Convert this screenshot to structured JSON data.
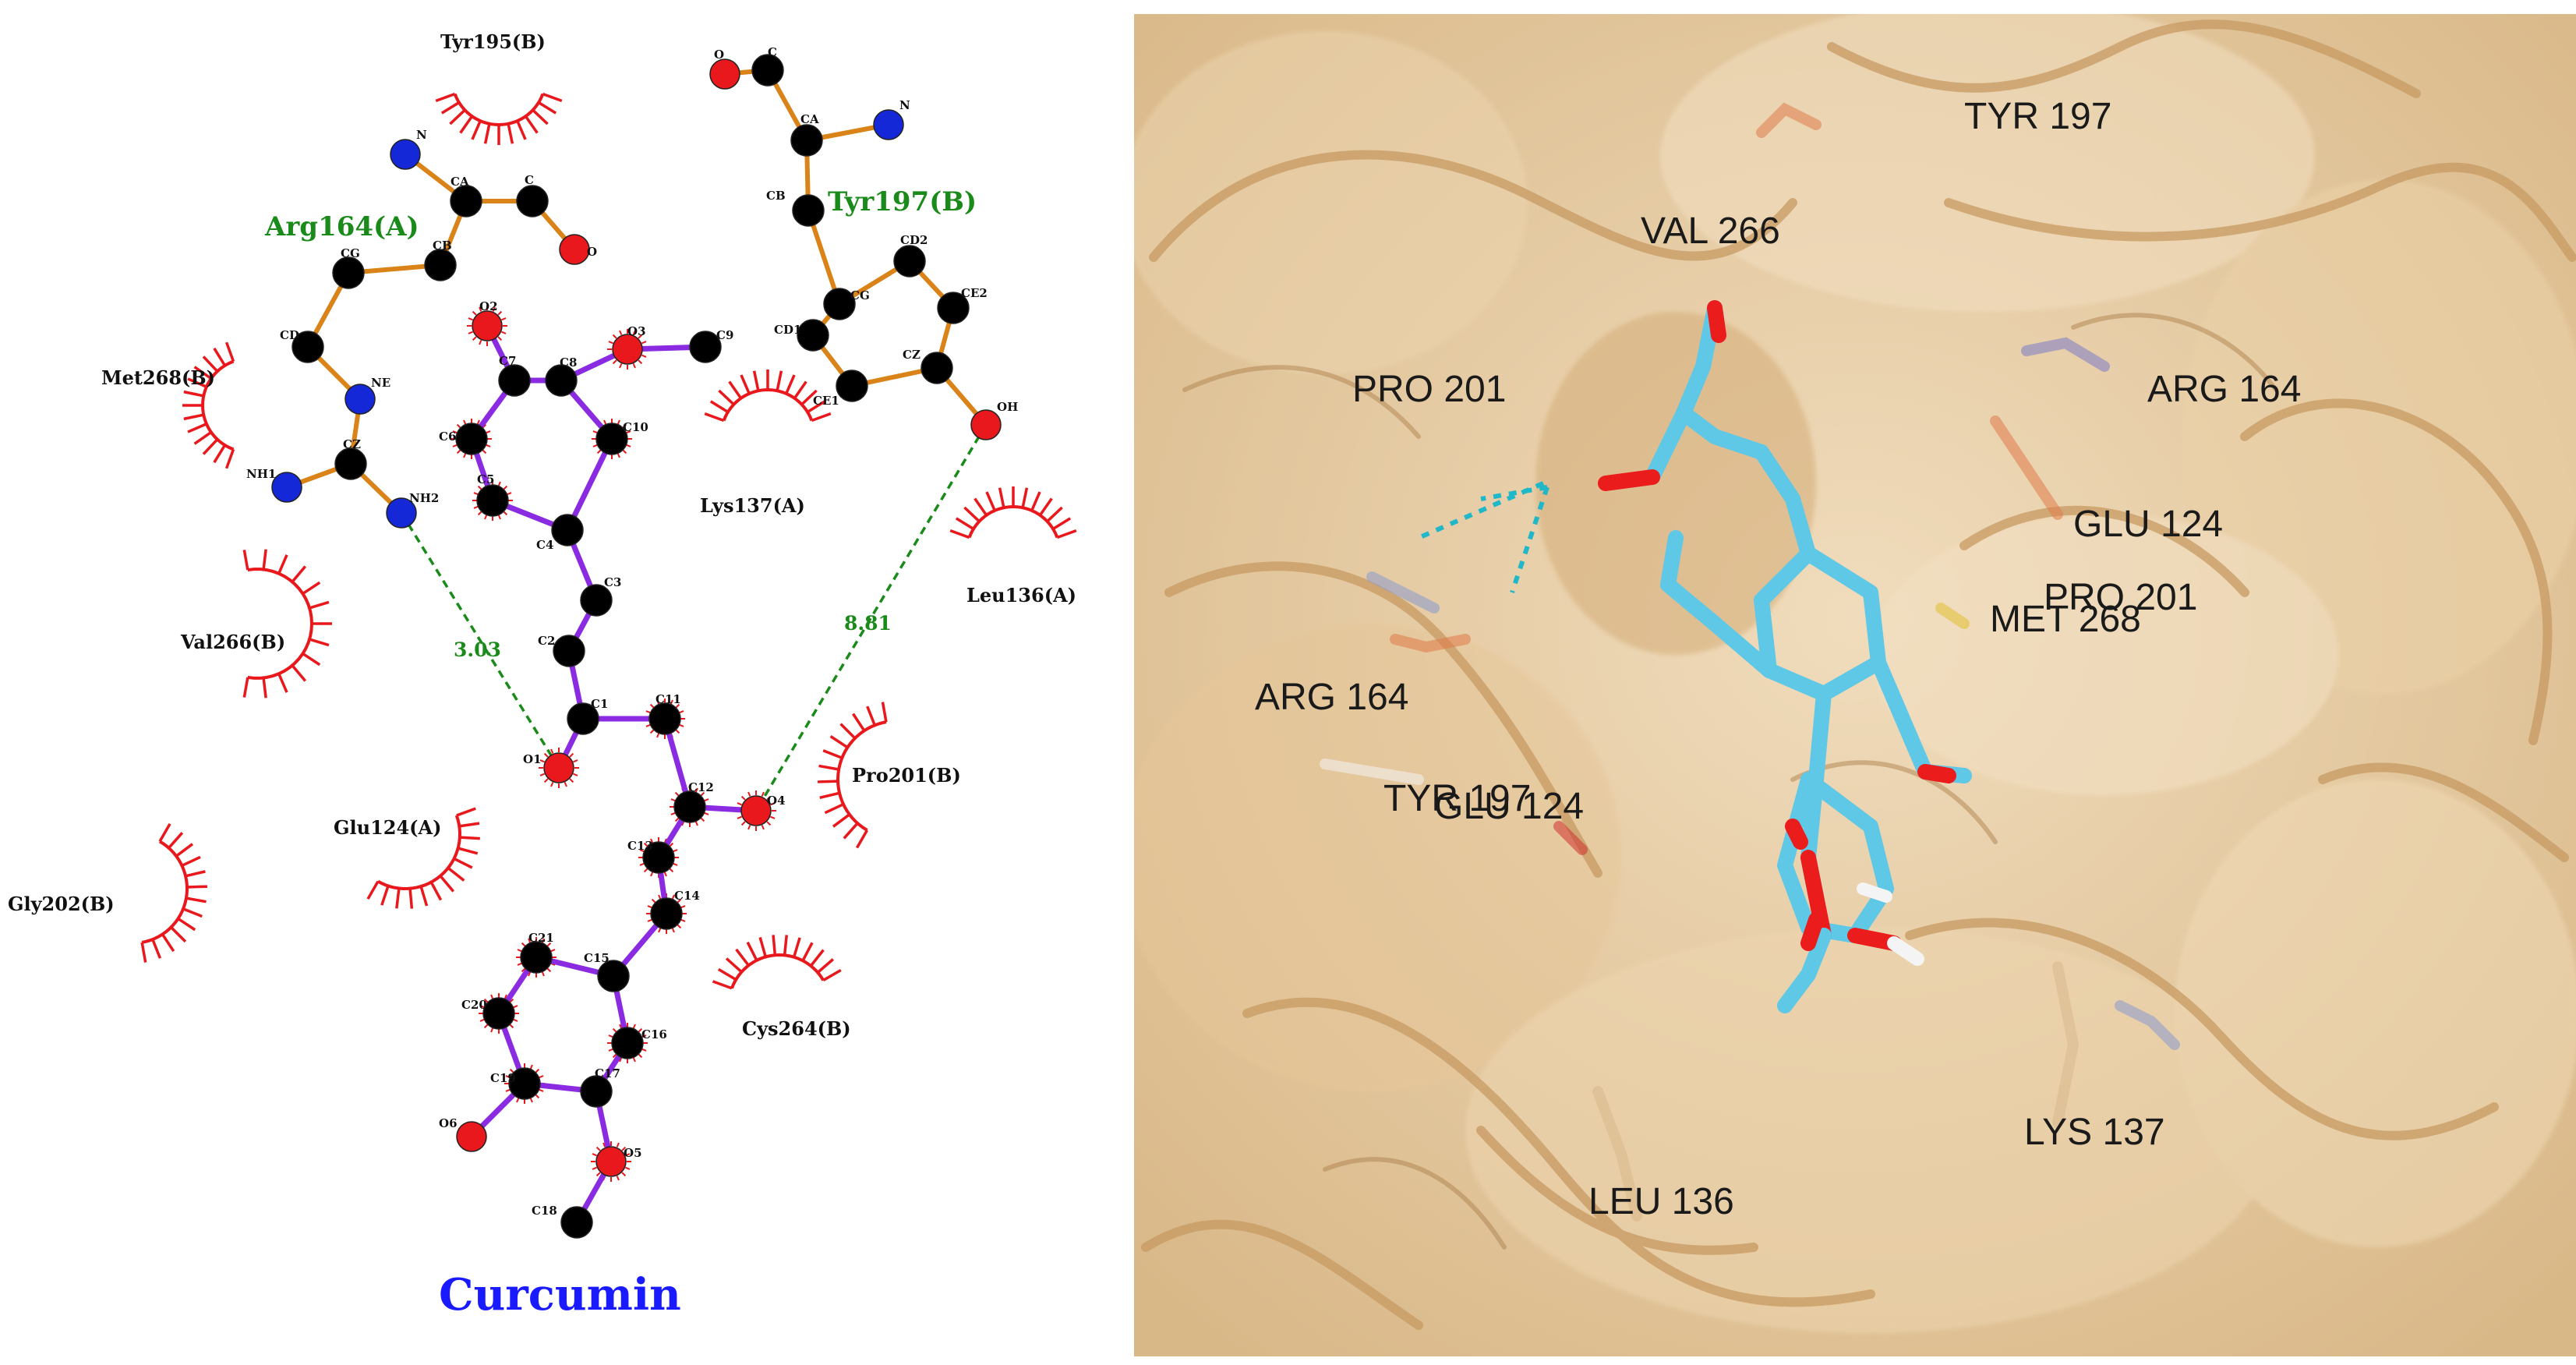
{
  "colors": {
    "carbon": "#000000",
    "nitrogen": "#1428d8",
    "oxygen": "#e8181c",
    "ligand_bond": "#8a2be2",
    "residue_bond": "#d98318",
    "hbond": "#1a8a1a",
    "hydrophobic_arc": "#e8181c",
    "hbond_residue_label": "#1a8a1a",
    "ligand_title": "#1a1aff",
    "surface": "#e8c9a0",
    "stick_cyan": "#5ec8e6",
    "stick_red": "#ea1c1c"
  },
  "ligplot": {
    "ligand_name": "Curcumin",
    "hbond_residues": [
      {
        "id": "arg164",
        "label": "Arg164(A)"
      },
      {
        "id": "tyr197",
        "label": "Tyr197(B)"
      }
    ],
    "hbonds": [
      {
        "id": "hb1",
        "distance": "3.03"
      },
      {
        "id": "hb2",
        "distance": "8.81"
      }
    ],
    "hydrophobic_residues": [
      {
        "id": "tyr195",
        "label": "Tyr195(B)"
      },
      {
        "id": "met268",
        "label": "Met268(B)"
      },
      {
        "id": "lys137",
        "label": "Lys137(A)"
      },
      {
        "id": "leu136",
        "label": "Leu136(A)"
      },
      {
        "id": "val266",
        "label": "Val266(B)"
      },
      {
        "id": "pro201",
        "label": "Pro201(B)"
      },
      {
        "id": "glu124",
        "label": "Glu124(A)"
      },
      {
        "id": "gly202",
        "label": "Gly202(B)"
      },
      {
        "id": "cys264",
        "label": "Cys264(B)"
      }
    ],
    "atoms": [
      {
        "id": "O2",
        "el": "O",
        "label": "O2"
      },
      {
        "id": "C7",
        "el": "C",
        "label": "C7"
      },
      {
        "id": "C8",
        "el": "C",
        "label": "C8"
      },
      {
        "id": "O3",
        "el": "O",
        "label": "O3"
      },
      {
        "id": "C9",
        "el": "C",
        "label": "C9"
      },
      {
        "id": "C6",
        "el": "C",
        "label": "C6"
      },
      {
        "id": "C10",
        "el": "C",
        "label": "C10"
      },
      {
        "id": "C5",
        "el": "C",
        "label": "C5"
      },
      {
        "id": "C4",
        "el": "C",
        "label": "C4"
      },
      {
        "id": "C3",
        "el": "C",
        "label": "C3"
      },
      {
        "id": "C2",
        "el": "C",
        "label": "C2"
      },
      {
        "id": "C1",
        "el": "C",
        "label": "C1"
      },
      {
        "id": "C11",
        "el": "C",
        "label": "C11"
      },
      {
        "id": "O1",
        "el": "O",
        "label": "O1"
      },
      {
        "id": "C12",
        "el": "C",
        "label": "C12"
      },
      {
        "id": "O4",
        "el": "O",
        "label": "O4"
      },
      {
        "id": "C13",
        "el": "C",
        "label": "C13"
      },
      {
        "id": "C14",
        "el": "C",
        "label": "C14"
      },
      {
        "id": "C15",
        "el": "C",
        "label": "C15"
      },
      {
        "id": "C21",
        "el": "C",
        "label": "C21"
      },
      {
        "id": "C20",
        "el": "C",
        "label": "C20"
      },
      {
        "id": "C16",
        "el": "C",
        "label": "C16"
      },
      {
        "id": "C19",
        "el": "C",
        "label": "C19"
      },
      {
        "id": "C17",
        "el": "C",
        "label": "C17"
      },
      {
        "id": "O6",
        "el": "O",
        "label": "O6"
      },
      {
        "id": "O5",
        "el": "O",
        "label": "O5"
      },
      {
        "id": "C18",
        "el": "C",
        "label": "C18"
      },
      {
        "id": "rN",
        "el": "N",
        "label": "N"
      },
      {
        "id": "rCA",
        "el": "C",
        "label": "CA"
      },
      {
        "id": "rC",
        "el": "C",
        "label": "C"
      },
      {
        "id": "rO",
        "el": "O",
        "label": "O"
      },
      {
        "id": "rCB",
        "el": "C",
        "label": "CB"
      },
      {
        "id": "rCG",
        "el": "C",
        "label": "CG"
      },
      {
        "id": "rCD",
        "el": "C",
        "label": "CD"
      },
      {
        "id": "rNE",
        "el": "N",
        "label": "NE"
      },
      {
        "id": "rCZ",
        "el": "C",
        "label": "CZ"
      },
      {
        "id": "rNH1",
        "el": "N",
        "label": "NH1"
      },
      {
        "id": "rNH2",
        "el": "N",
        "label": "NH2"
      },
      {
        "id": "tO",
        "el": "O",
        "label": "O"
      },
      {
        "id": "tC",
        "el": "C",
        "label": "C"
      },
      {
        "id": "tCA",
        "el": "C",
        "label": "CA"
      },
      {
        "id": "tN",
        "el": "N",
        "label": "N"
      },
      {
        "id": "tCB",
        "el": "C",
        "label": "CB"
      },
      {
        "id": "tCG",
        "el": "C",
        "label": "CG"
      },
      {
        "id": "tCD2",
        "el": "C",
        "label": "CD2"
      },
      {
        "id": "tCE2",
        "el": "C",
        "label": "CE2"
      },
      {
        "id": "tCD1",
        "el": "C",
        "label": "CD1"
      },
      {
        "id": "tCE1",
        "el": "C",
        "label": "CE1"
      },
      {
        "id": "tCZ",
        "el": "C",
        "label": "CZ"
      },
      {
        "id": "tOH",
        "el": "O",
        "label": "OH"
      }
    ]
  },
  "view3d": {
    "residue_labels": [
      {
        "id": "tyr197",
        "text": "TYR 197"
      },
      {
        "id": "val266",
        "text": "VAL 266"
      },
      {
        "id": "pro201-a",
        "text": "PRO 201"
      },
      {
        "id": "arg164-a",
        "text": "ARG 164"
      },
      {
        "id": "glu124-a",
        "text": "GLU 124"
      },
      {
        "id": "pro201-b",
        "text": "PRO 201"
      },
      {
        "id": "met268",
        "text": "MET 268"
      },
      {
        "id": "arg164-b",
        "text": "ARG 164"
      },
      {
        "id": "tyr197-b",
        "text": "TYR 197"
      },
      {
        "id": "glu124-b",
        "text": "GLU 124"
      },
      {
        "id": "lys137",
        "text": "LYS 137"
      },
      {
        "id": "leu136",
        "text": "LEU 136"
      }
    ]
  }
}
